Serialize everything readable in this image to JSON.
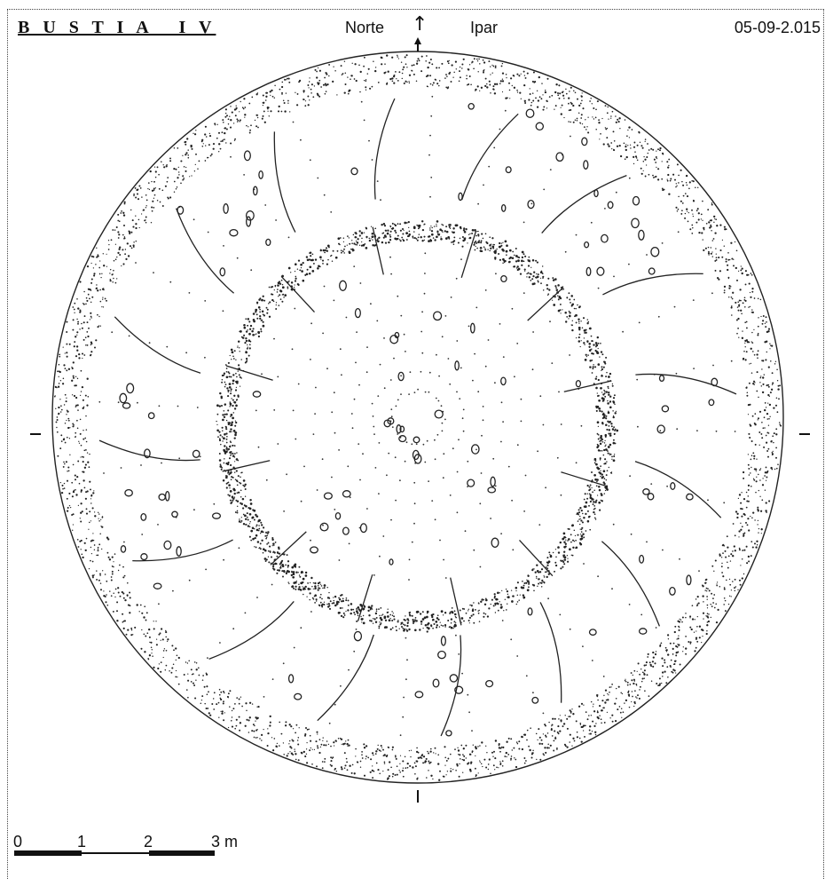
{
  "header": {
    "title": "B U S T I A   I V",
    "north_label_es": "Norte",
    "north_arrow": "↑",
    "north_label_eu": "Ipar",
    "date": "05-09-2.015"
  },
  "scale": {
    "labels": [
      "0",
      "1",
      "2",
      "3 m"
    ]
  },
  "icons": {
    "north": "arrow-up-icon"
  }
}
